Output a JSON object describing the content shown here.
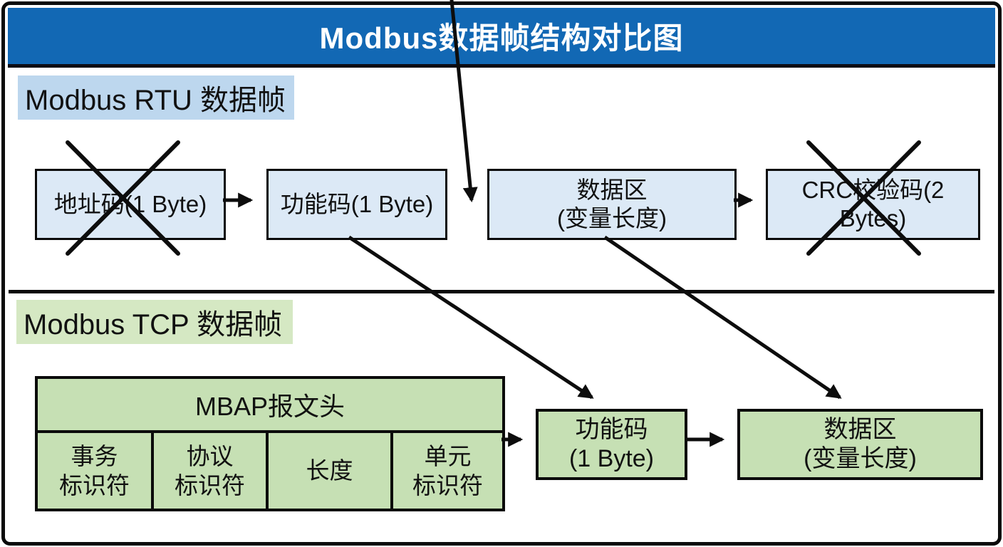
{
  "title": "Modbus数据帧结构对比图",
  "rtu": {
    "label": "Modbus RTU 数据帧",
    "boxes": [
      {
        "lines": [
          "地址码(1 Byte)"
        ],
        "crossed_out": true
      },
      {
        "lines": [
          "功能码(1 Byte)"
        ],
        "crossed_out": false
      },
      {
        "lines": [
          "数据区",
          "(变量长度)"
        ],
        "crossed_out": false
      },
      {
        "lines": [
          "CRC校验码(2 Bytes)"
        ],
        "crossed_out": true
      }
    ]
  },
  "tcp": {
    "label": "Modbus TCP 数据帧",
    "mbap": {
      "header": "MBAP报文头",
      "cells": [
        {
          "lines": [
            "事务",
            "标识符"
          ]
        },
        {
          "lines": [
            "协议",
            "标识符"
          ]
        },
        {
          "lines": [
            "长度"
          ]
        },
        {
          "lines": [
            "单元",
            "标识符"
          ]
        }
      ]
    },
    "boxes": [
      {
        "lines": [
          "功能码",
          "(1 Byte)"
        ]
      },
      {
        "lines": [
          "数据区",
          "(变量长度)"
        ]
      }
    ]
  },
  "colors": {
    "frame-border": "#0a0a0a",
    "title-bg": "#1268b4",
    "title-text": "#ffffff",
    "rtu-label-bg": "#bdd7ee",
    "rtu-box-fill": "#dce9f6",
    "tcp-label-bg": "#d5e8c3",
    "tcp-box-fill": "#c6e0b4",
    "line-color": "#0d0d0d"
  }
}
